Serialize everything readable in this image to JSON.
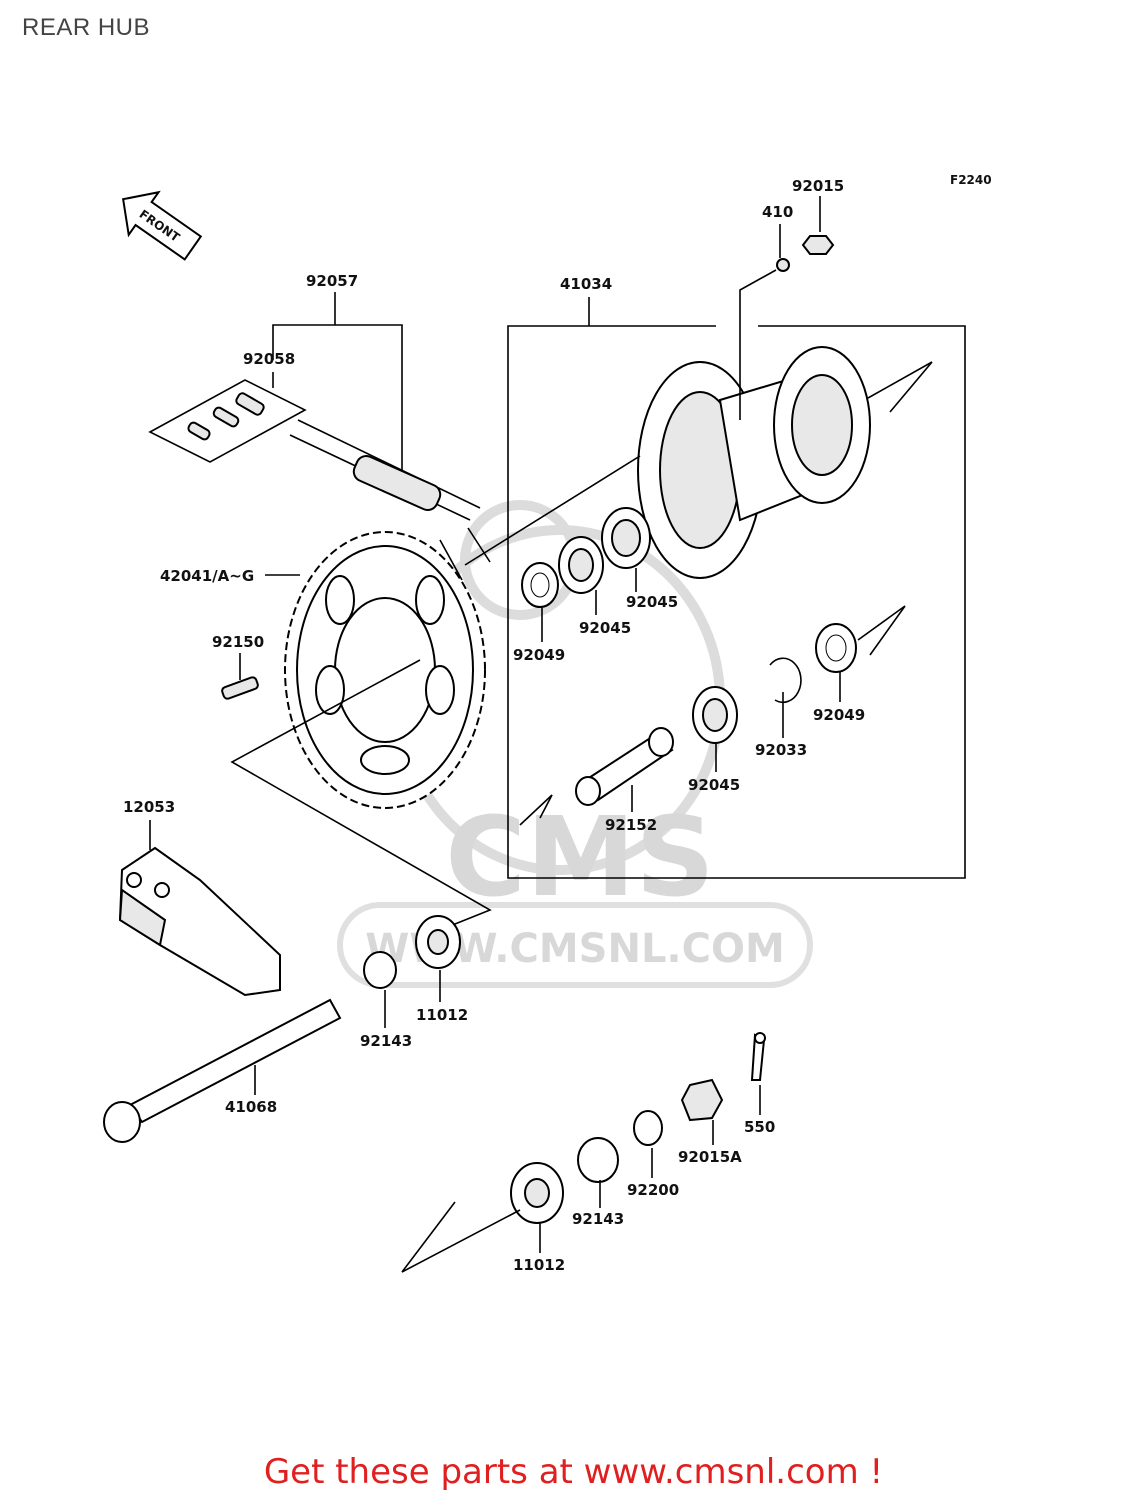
{
  "page": {
    "title": "REAR HUB"
  },
  "figure_code": "F2240",
  "front_badge": "FRONT",
  "watermark": {
    "logo": "CMS",
    "url": "WWW.CMSNL.COM"
  },
  "parts": {
    "p92015": "92015",
    "p410": "410",
    "p41034": "41034",
    "p92057": "92057",
    "p92058": "92058",
    "p42041": "42041/A~G",
    "p92150": "92150",
    "p92049a": "92049",
    "p92045a": "92045",
    "p92045b": "92045",
    "p92049b": "92049",
    "p92033": "92033",
    "p92045c": "92045",
    "p92152": "92152",
    "p12053": "12053",
    "p11012a": "11012",
    "p92143a": "92143",
    "p41068": "41068",
    "p550": "550",
    "p92015a": "92015A",
    "p92200": "92200",
    "p92143b": "92143",
    "p11012b": "11012"
  },
  "footer": {
    "text": "Get these parts at www.cmsnl.com !"
  }
}
